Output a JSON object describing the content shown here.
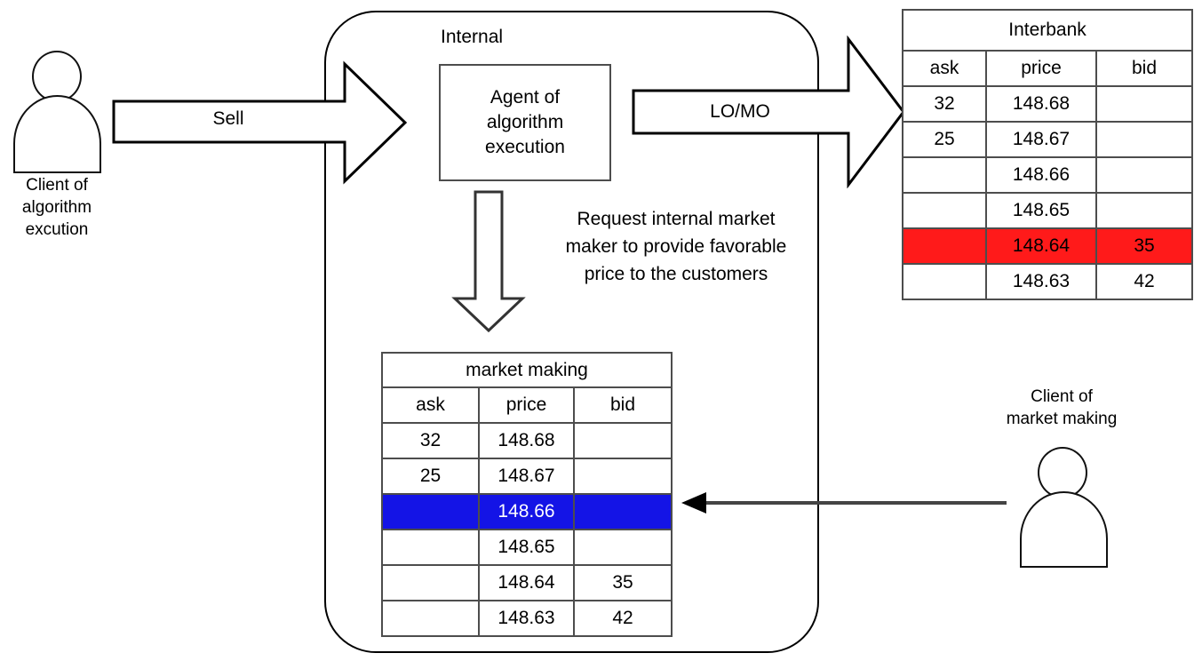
{
  "diagram": {
    "internal_label": "Internal",
    "agent_box_line1": "Agent of",
    "agent_box_line2": "algorithm",
    "agent_box_line3": "execution",
    "request_line1": "Request internal market",
    "request_line2": "maker to provide favorable",
    "request_line3": "price to the customers"
  },
  "actors": {
    "left": {
      "caption_line1": "Client of",
      "caption_line2": "algorithm",
      "caption_line3": "excution"
    },
    "right": {
      "caption_line1": "Client of",
      "caption_line2": "market making"
    }
  },
  "arrows": {
    "sell_label": "Sell",
    "lomo_label": "LO/MO",
    "down_arrow_name": "request-down-arrow",
    "client_arrow_name": "market-making-client-arrow"
  },
  "tables": {
    "interbank": {
      "title": "Interbank",
      "columns": [
        "ask",
        "price",
        "bid"
      ],
      "rows": [
        {
          "ask": "32",
          "price": "148.68",
          "bid": "",
          "highlight": ""
        },
        {
          "ask": "25",
          "price": "148.67",
          "bid": "",
          "highlight": ""
        },
        {
          "ask": "",
          "price": "148.66",
          "bid": "",
          "highlight": ""
        },
        {
          "ask": "",
          "price": "148.65",
          "bid": "",
          "highlight": ""
        },
        {
          "ask": "",
          "price": "148.64",
          "bid": "35",
          "highlight": "red"
        },
        {
          "ask": "",
          "price": "148.63",
          "bid": "42",
          "highlight": ""
        }
      ]
    },
    "market_making": {
      "title": "market making",
      "columns": [
        "ask",
        "price",
        "bid"
      ],
      "rows": [
        {
          "ask": "32",
          "price": "148.68",
          "bid": "",
          "highlight": ""
        },
        {
          "ask": "25",
          "price": "148.67",
          "bid": "",
          "highlight": ""
        },
        {
          "ask": "",
          "price": "148.66",
          "bid": "",
          "highlight": "blue"
        },
        {
          "ask": "",
          "price": "148.65",
          "bid": "",
          "highlight": ""
        },
        {
          "ask": "",
          "price": "148.64",
          "bid": "35",
          "highlight": ""
        },
        {
          "ask": "",
          "price": "148.63",
          "bid": "42",
          "highlight": ""
        }
      ]
    }
  },
  "colors": {
    "highlight_red": "#ff1a1a",
    "highlight_blue": "#1414e6",
    "stroke": "#000000",
    "table_border": "#4d4d4d"
  }
}
